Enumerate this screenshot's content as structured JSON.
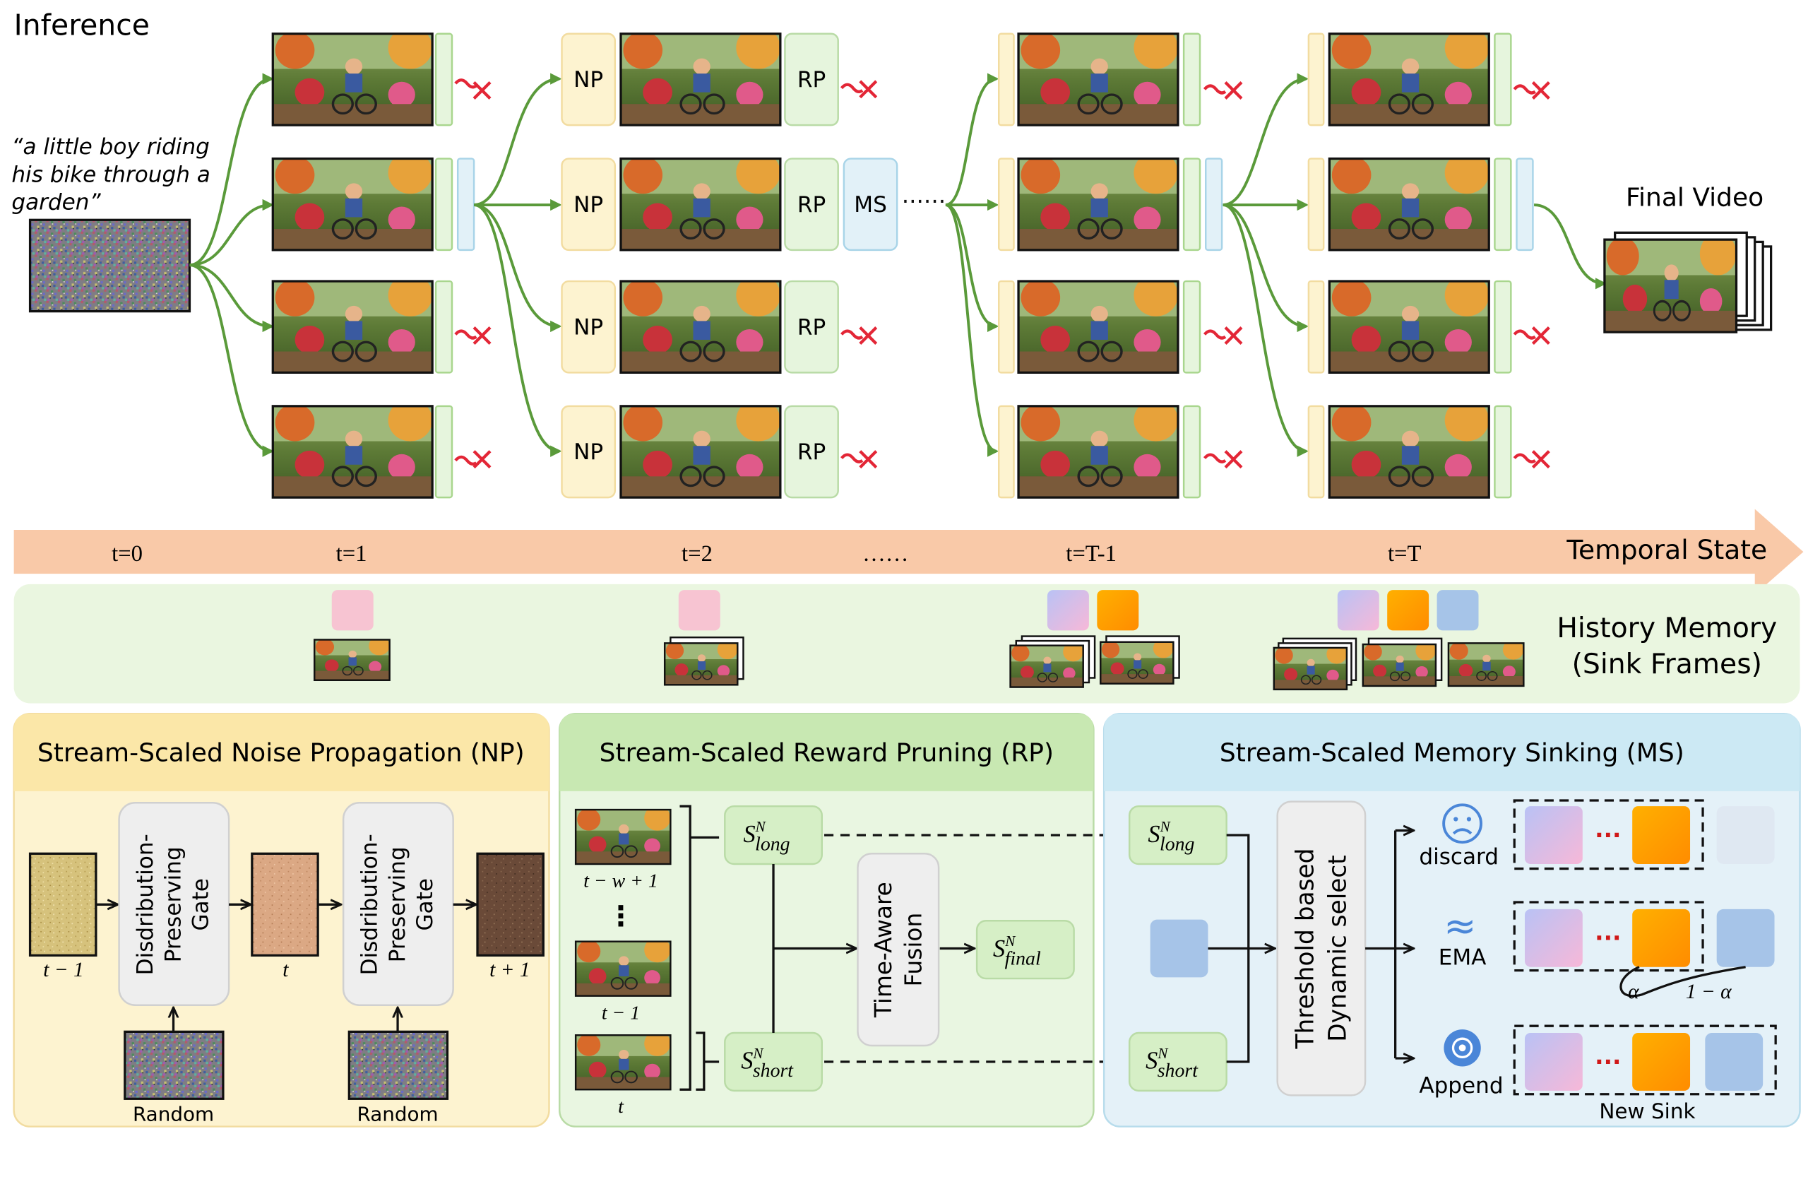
{
  "inference_title": "Inference",
  "prompt_lines": [
    "“a little boy riding",
    "his bike through a",
    "garden”"
  ],
  "np_label": "NP",
  "rp_label": "RP",
  "ms_label": "MS",
  "final_video_label": "Final Video",
  "timeline": {
    "label": "Temporal State",
    "t0": "t=0",
    "t1": "t=1",
    "t2": "t=2",
    "ellipsis": "……",
    "tT1": "t=T-1",
    "tT": "t=T"
  },
  "history_memory": [
    "History Memory",
    "(Sink Frames)"
  ],
  "np_panel": {
    "title": "Stream-Scaled Noise Propagation (NP)",
    "gate_line1": "Disdribution-",
    "gate_line2": "Preserving",
    "gate_line3": "Gate",
    "label_tm1": "t − 1",
    "label_t": "t",
    "label_tp1": "t + 1",
    "random": "Random"
  },
  "rp_panel": {
    "title": "Stream-Scaled Reward Pruning (RP)",
    "frame_label_1": "t − w + 1",
    "frame_label_2": "t − 1",
    "frame_label_3": "t",
    "s_long_base": "S",
    "s_long_sup": "N",
    "s_long_sub": "long",
    "s_short_sub": "short",
    "s_final_sub": "final",
    "fusion_line1": "Time-Aware",
    "fusion_line2": "Fusion"
  },
  "ms_panel": {
    "title": "Stream-Scaled Memory Sinking (MS)",
    "select_line1": "Threshold based",
    "select_line2": "Dynamic select",
    "discard": "discard",
    "ema": "EMA",
    "append": "Append",
    "alpha": "α",
    "one_minus_alpha": "1 − α",
    "new_sink": "New Sink"
  },
  "colors": {
    "np_fill": "#fdf3d0",
    "np_stroke": "#f2dca0",
    "rp_fill": "#e0f2d6",
    "rp_stroke": "#b9dba6",
    "ms_fill": "#dff0f8",
    "ms_stroke": "#b7dcec",
    "arrow_green": "#5a9a3a",
    "cross_red": "#e32636",
    "timeline": "#f9c9a8",
    "memory_panel": "#eaf6e0"
  }
}
